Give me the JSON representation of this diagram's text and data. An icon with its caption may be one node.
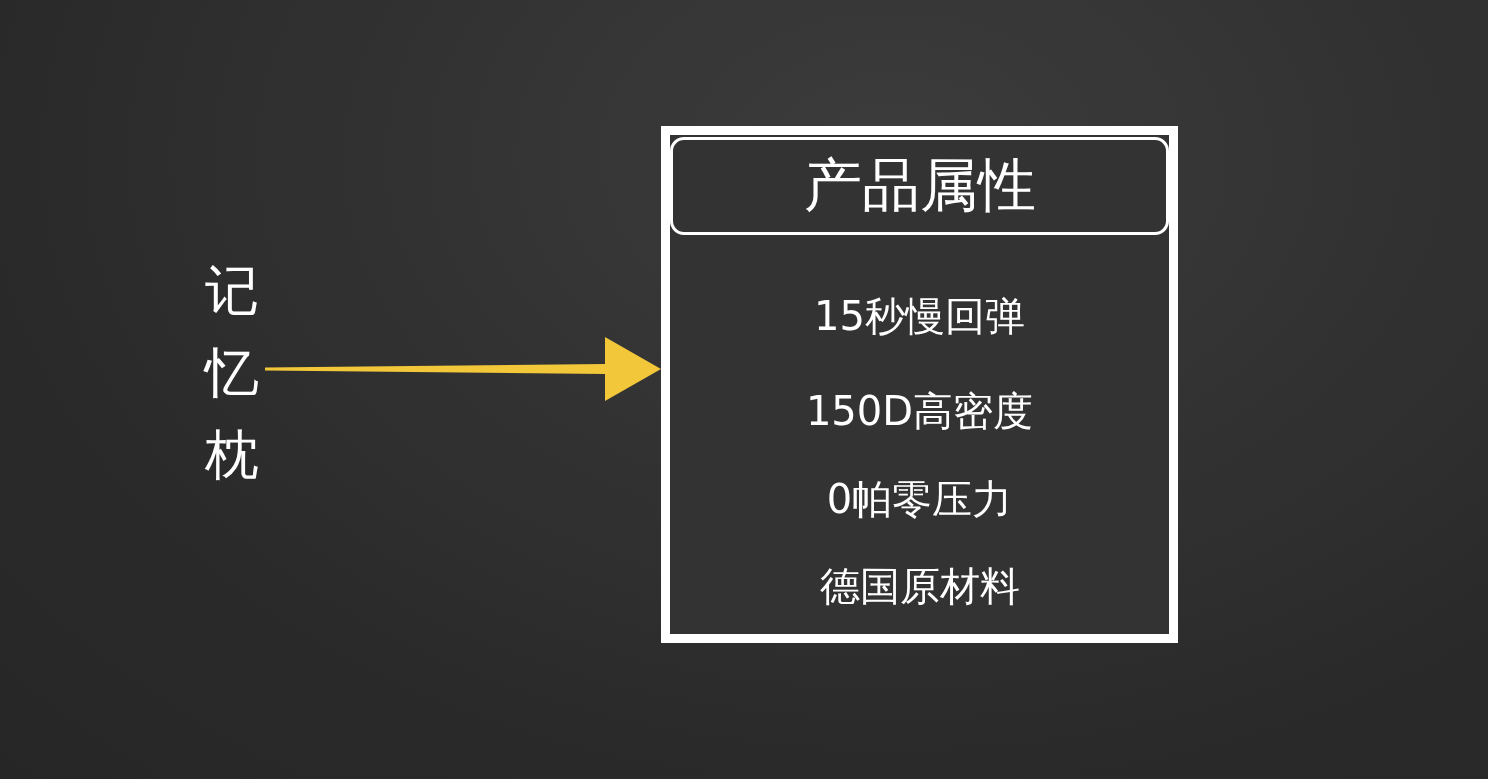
{
  "diagram": {
    "nodes": [
      {
        "text": [
          "记忆枕"
        ]
      },
      {
        "text": [
          "15秒慢回弹",
          "150D高密度",
          "0帕零压力",
          "德国原材料"
        ]
      },
      {
        "text": [
          "产品属性"
        ],
        "in": 1
      }
    ],
    "edges": [
      {
        "from": 0,
        "to": 1,
        "arrow": "to",
        "color": "#f2c73a"
      }
    ]
  }
}
